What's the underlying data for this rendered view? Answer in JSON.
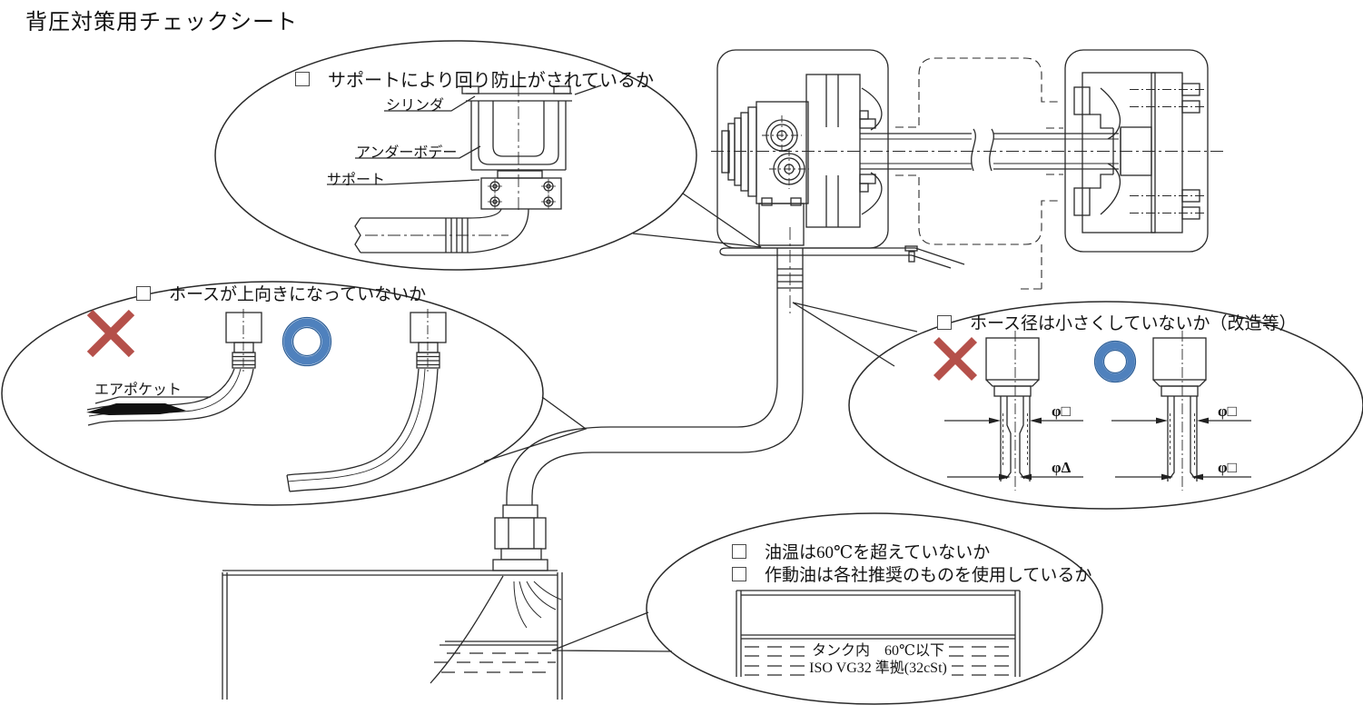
{
  "title": "背圧対策用チェックシート",
  "colors": {
    "line": "#2a2a2a",
    "cross_red": "#b5504a",
    "circle_blue": "#4f81bd",
    "circle_blue_edge": "#2e5f97"
  },
  "callouts": {
    "support": {
      "check": "サポートにより回り防止がされているか",
      "labels": {
        "cylinder": "シリンダ",
        "underbody": "アンダーボデー",
        "support": "サポート"
      }
    },
    "hose_up": {
      "check": "ホースが上向きになっていないか",
      "air_pocket": "エアポケット",
      "bad_mark_icon": "cross-mark",
      "good_mark_icon": "circle-mark"
    },
    "hose_dia": {
      "check": "ホース径は小さくしていないか（改造等）",
      "bad_mark_icon": "cross-mark",
      "good_mark_icon": "circle-mark",
      "dims": {
        "bad_top": "φ□",
        "bad_bottom": "φΔ",
        "good_top": "φ□",
        "good_bottom": "φ□"
      }
    },
    "oil": {
      "check1": "油温は60℃を超えていないか",
      "check2": "作動油は各社推奨のものを使用しているか",
      "tank_line1": "タンク内　60℃以下",
      "tank_line2": "ISO VG32 準拠(32cSt)"
    }
  }
}
